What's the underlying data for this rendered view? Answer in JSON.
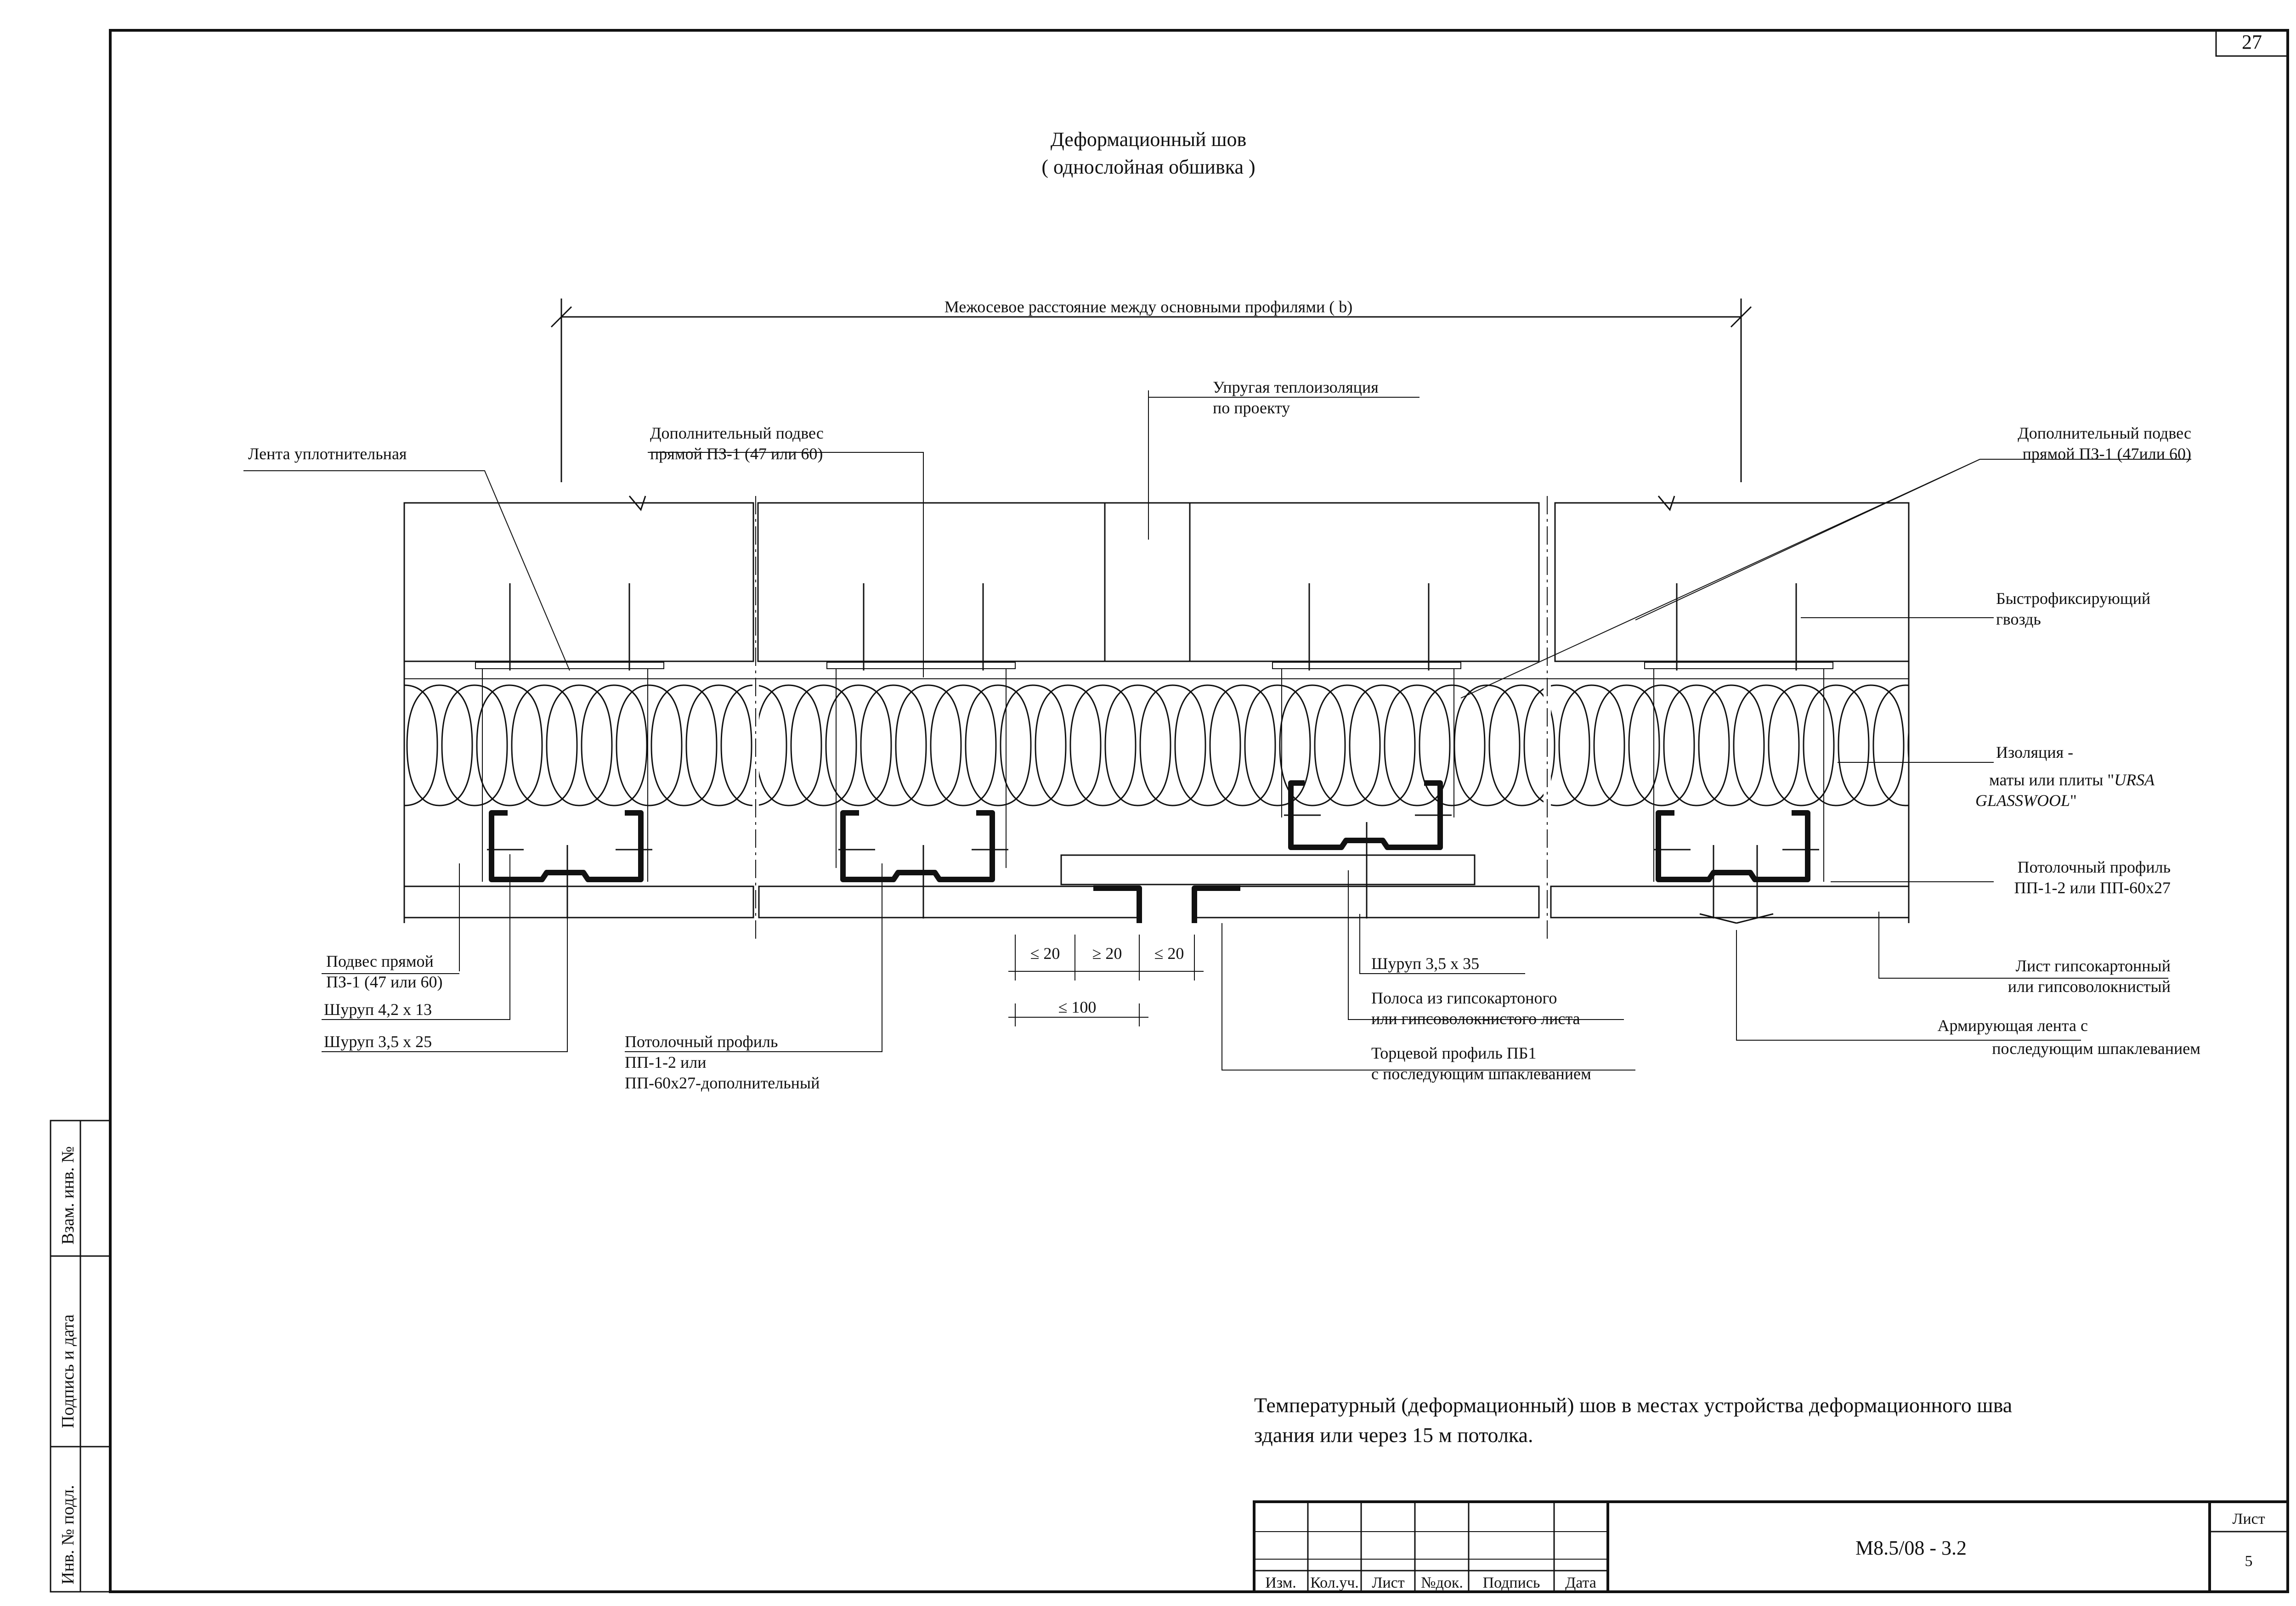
{
  "sheet": {
    "page_number": "27",
    "title": "Деформационный шов",
    "subtitle": "( однослойная обшивка )",
    "dimension_label": "Межосевое расстояние между основными профилями ( b)",
    "note_line1": "Температурный (деформационный) шов  в местах устройства деформационного шва",
    "note_line2": "здания или через 15 м потолка."
  },
  "labels": {
    "sealing_tape": "Лента уплотнительная",
    "extra_hanger_left_1": "Дополнительный подвес",
    "extra_hanger_left_2": "прямой ПЗ-1 (47 или 60)",
    "elastic_insulation_1": "Упругая теплоизоляция",
    "elastic_insulation_2": "по проекту",
    "extra_hanger_right_1": "Дополнительный подвес",
    "extra_hanger_right_2": "прямой ПЗ-1 (47или 60)",
    "quick_nail_1": "Быстрофиксирующий",
    "quick_nail_2": "гвоздь",
    "insulation_1": "Изоляция -",
    "insulation_2": "маты или плиты \"",
    "insulation_brand_1": "URSA",
    "insulation_brand_2": "GLASSWOOL",
    "insulation_quote_end": "\"",
    "ceiling_profile_right_1": "Потолочный профиль",
    "ceiling_profile_right_2": "ПП-1-2 или ПП-60х27",
    "gypsum_sheet_1": "Лист гипсокартонный",
    "gypsum_sheet_2": "или гипсоволокнистый",
    "reinforcing_tape_1": "Армирующая лента с",
    "reinforcing_tape_2": "последующим шпаклеванием",
    "hanger_direct_1": "Подвес прямой",
    "hanger_direct_2": "ПЗ-1 (47 или 60)",
    "screw_42": "Шуруп 4,2 х 13",
    "screw_35_25": "Шуруп 3,5 х 25",
    "ceiling_profile_extra_1": "Потолочный профиль",
    "ceiling_profile_extra_2": "ПП-1-2 или",
    "ceiling_profile_extra_3": "ПП-60х27-дополнительный",
    "screw_35_35": "Шуруп 3,5 х 35",
    "strip_1": "Полоса из гипсокартоного",
    "strip_2": "или гипсоволокнистого листа",
    "end_profile_1": "Торцевой профиль ПБ1",
    "end_profile_2": "с последующим шпаклеванием",
    "dim_le20_a": "≤ 20",
    "dim_ge20": "≥ 20",
    "dim_le20_b": "≤ 20",
    "dim_le100": "≤ 100"
  },
  "side_stamp": {
    "inv_no_orig": "Инв. № подл.",
    "signature_date": "Подпись и дата",
    "inv_no_replace": "Взам. инв. №"
  },
  "title_block": {
    "col_change": "Изм.",
    "col_count": "Кол.уч.",
    "col_sheet": "Лист",
    "col_doc": "№док.",
    "col_signature": "Подпись",
    "col_date": "Дата",
    "document_code": "М8.5/08 - 3.2",
    "sheet_label": "Лист",
    "sheet_number": "5"
  }
}
